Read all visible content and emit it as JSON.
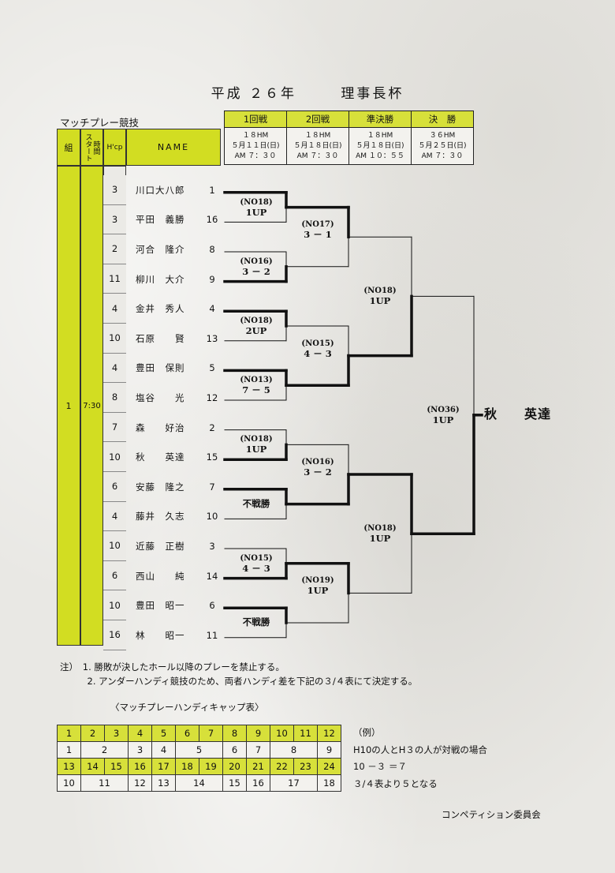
{
  "title": {
    "era": "平成 ２６年",
    "name": "理事長杯"
  },
  "section_label": "マッチプレー競技",
  "rounds": [
    {
      "name": "1回戦",
      "holes": "１８HM",
      "date": "５月１１日(日)",
      "time": "AM ７：３０"
    },
    {
      "name": "2回戦",
      "holes": "１８HM",
      "date": "５月１８日(日)",
      "time": "AM ７：３０"
    },
    {
      "name": "準決勝",
      "holes": "１８HM",
      "date": "５月１８日(日)",
      "time": "AM １０：５５"
    },
    {
      "name": "決　勝",
      "holes": "３６HM",
      "date": "５月２５日(日)",
      "time": "AM ７：３０"
    }
  ],
  "headers": {
    "group": "組",
    "start": "スタート",
    "time": "時間",
    "hcp": "H'cp",
    "name": "NAME"
  },
  "group_value": "1",
  "time_value": "7:30",
  "players": [
    {
      "hcp": "3",
      "name": "川口大八郎",
      "seed": "1"
    },
    {
      "hcp": "3",
      "name": "平田　義勝",
      "seed": "16"
    },
    {
      "hcp": "2",
      "name": "河合　隆介",
      "seed": "8"
    },
    {
      "hcp": "11",
      "name": "柳川　大介",
      "seed": "9"
    },
    {
      "hcp": "4",
      "name": "金井　秀人",
      "seed": "4"
    },
    {
      "hcp": "10",
      "name": "石原　　賢",
      "seed": "13"
    },
    {
      "hcp": "4",
      "name": "豊田　保則",
      "seed": "5"
    },
    {
      "hcp": "8",
      "name": "塩谷　　光",
      "seed": "12"
    },
    {
      "hcp": "7",
      "name": "森　　好治",
      "seed": "2"
    },
    {
      "hcp": "10",
      "name": "秋　　英達",
      "seed": "15"
    },
    {
      "hcp": "6",
      "name": "安藤　隆之",
      "seed": "7"
    },
    {
      "hcp": "4",
      "name": "藤井　久志",
      "seed": "10"
    },
    {
      "hcp": "10",
      "name": "近藤　正樹",
      "seed": "3"
    },
    {
      "hcp": "6",
      "name": "西山　　純",
      "seed": "14"
    },
    {
      "hcp": "10",
      "name": "豊田　昭一",
      "seed": "6"
    },
    {
      "hcp": "16",
      "name": "林　　昭一",
      "seed": "11"
    }
  ],
  "results_r1": [
    {
      "hole": "(NO18)",
      "score": "1UP"
    },
    {
      "hole": "(NO16)",
      "score": "3 － 2"
    },
    {
      "hole": "(NO18)",
      "score": "2UP"
    },
    {
      "hole": "(NO13)",
      "score": "7 － 5"
    },
    {
      "hole": "(NO18)",
      "score": "1UP"
    },
    {
      "hole": "",
      "score": "不戦勝"
    },
    {
      "hole": "(NO15)",
      "score": "4 － 3"
    },
    {
      "hole": "",
      "score": "不戦勝"
    }
  ],
  "results_r2": [
    {
      "hole": "(NO17)",
      "score": "3 － 1"
    },
    {
      "hole": "(NO15)",
      "score": "4 － 3"
    },
    {
      "hole": "(NO16)",
      "score": "3 － 2"
    },
    {
      "hole": "(NO19)",
      "score": "1UP"
    }
  ],
  "results_sf": [
    {
      "hole": "(NO18)",
      "score": "1UP"
    },
    {
      "hole": "(NO18)",
      "score": "1UP"
    }
  ],
  "result_final": {
    "hole": "(NO36)",
    "score": "1UP"
  },
  "winner": "秋　　英達",
  "notes": [
    "注）　1.  勝敗が決したホール以降のプレーを禁止する。",
    "　　　2.  アンダーハンディ競技のため、両者ハンディ差を下記の３/４表にて決定する。"
  ],
  "handicap_title": "〈マッチプレーハンディキャップ表〉",
  "handicap_rows": [
    {
      "type": "y",
      "cells": [
        {
          "v": "1",
          "s": 1
        },
        {
          "v": "2",
          "s": 1
        },
        {
          "v": "3",
          "s": 1
        },
        {
          "v": "4",
          "s": 1
        },
        {
          "v": "5",
          "s": 1
        },
        {
          "v": "6",
          "s": 1
        },
        {
          "v": "7",
          "s": 1
        },
        {
          "v": "8",
          "s": 1
        },
        {
          "v": "9",
          "s": 1
        },
        {
          "v": "10",
          "s": 1
        },
        {
          "v": "11",
          "s": 1
        },
        {
          "v": "12",
          "s": 1
        }
      ]
    },
    {
      "type": "w",
      "cells": [
        {
          "v": "1",
          "s": 1
        },
        {
          "v": "2",
          "s": 2
        },
        {
          "v": "3",
          "s": 1
        },
        {
          "v": "4",
          "s": 1
        },
        {
          "v": "5",
          "s": 2
        },
        {
          "v": "6",
          "s": 1
        },
        {
          "v": "7",
          "s": 1
        },
        {
          "v": "8",
          "s": 2
        },
        {
          "v": "9",
          "s": 1
        }
      ]
    },
    {
      "type": "y",
      "cells": [
        {
          "v": "13",
          "s": 1
        },
        {
          "v": "14",
          "s": 1
        },
        {
          "v": "15",
          "s": 1
        },
        {
          "v": "16",
          "s": 1
        },
        {
          "v": "17",
          "s": 1
        },
        {
          "v": "18",
          "s": 1
        },
        {
          "v": "19",
          "s": 1
        },
        {
          "v": "20",
          "s": 1
        },
        {
          "v": "21",
          "s": 1
        },
        {
          "v": "22",
          "s": 1
        },
        {
          "v": "23",
          "s": 1
        },
        {
          "v": "24",
          "s": 1
        }
      ]
    },
    {
      "type": "w",
      "cells": [
        {
          "v": "10",
          "s": 1
        },
        {
          "v": "11",
          "s": 2
        },
        {
          "v": "12",
          "s": 1
        },
        {
          "v": "13",
          "s": 1
        },
        {
          "v": "14",
          "s": 2
        },
        {
          "v": "15",
          "s": 1
        },
        {
          "v": "16",
          "s": 1
        },
        {
          "v": "17",
          "s": 2
        },
        {
          "v": "18",
          "s": 1
        }
      ]
    }
  ],
  "example": [
    "（例）",
    "H10の人とH３の人が対戦の場合",
    "10 －３ ＝７",
    "３/４表より５となる"
  ],
  "footer": "コンペティション委員会"
}
